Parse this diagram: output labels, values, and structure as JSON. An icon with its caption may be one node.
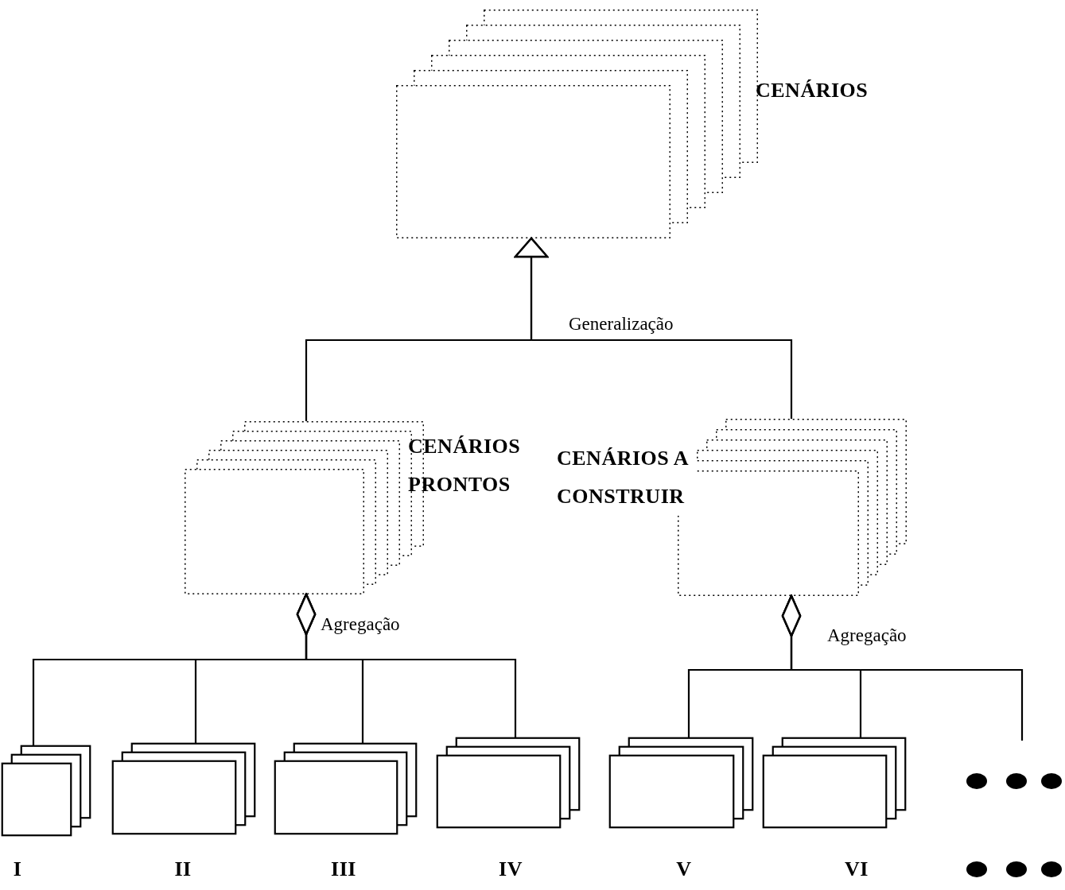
{
  "diagram": {
    "nodes": [
      {
        "text": [
          "CENÁRIOS"
        ]
      },
      {
        "text": [
          "CENÁRIOS PRONTOS"
        ]
      },
      {
        "text": [
          "CENÁRIOS A CONSTRUIR"
        ]
      },
      {
        "text": [
          "I"
        ]
      },
      {
        "text": [
          "II"
        ]
      },
      {
        "text": [
          "III"
        ]
      },
      {
        "text": [
          "IV"
        ]
      },
      {
        "text": [
          "V"
        ]
      },
      {
        "text": [
          "VI"
        ]
      }
    ],
    "edges": [
      {
        "from": 1,
        "to": 0,
        "arrow": "to"
      },
      {
        "from": 2,
        "to": 0,
        "arrow": "to"
      },
      {
        "from": 3,
        "to": 1,
        "arrow": "other"
      },
      {
        "from": 4,
        "to": 1,
        "arrow": "other"
      },
      {
        "from": 5,
        "to": 1,
        "arrow": "other"
      },
      {
        "from": 6,
        "to": 1,
        "arrow": "other"
      },
      {
        "from": 7,
        "to": 2,
        "arrow": "other"
      },
      {
        "from": 8,
        "to": 2,
        "arrow": "other"
      },
      {
        "from": null,
        "to": 2,
        "arrow": "other"
      }
    ],
    "labels": [
      "Generalização",
      "Agregação",
      "Agregação"
    ]
  }
}
